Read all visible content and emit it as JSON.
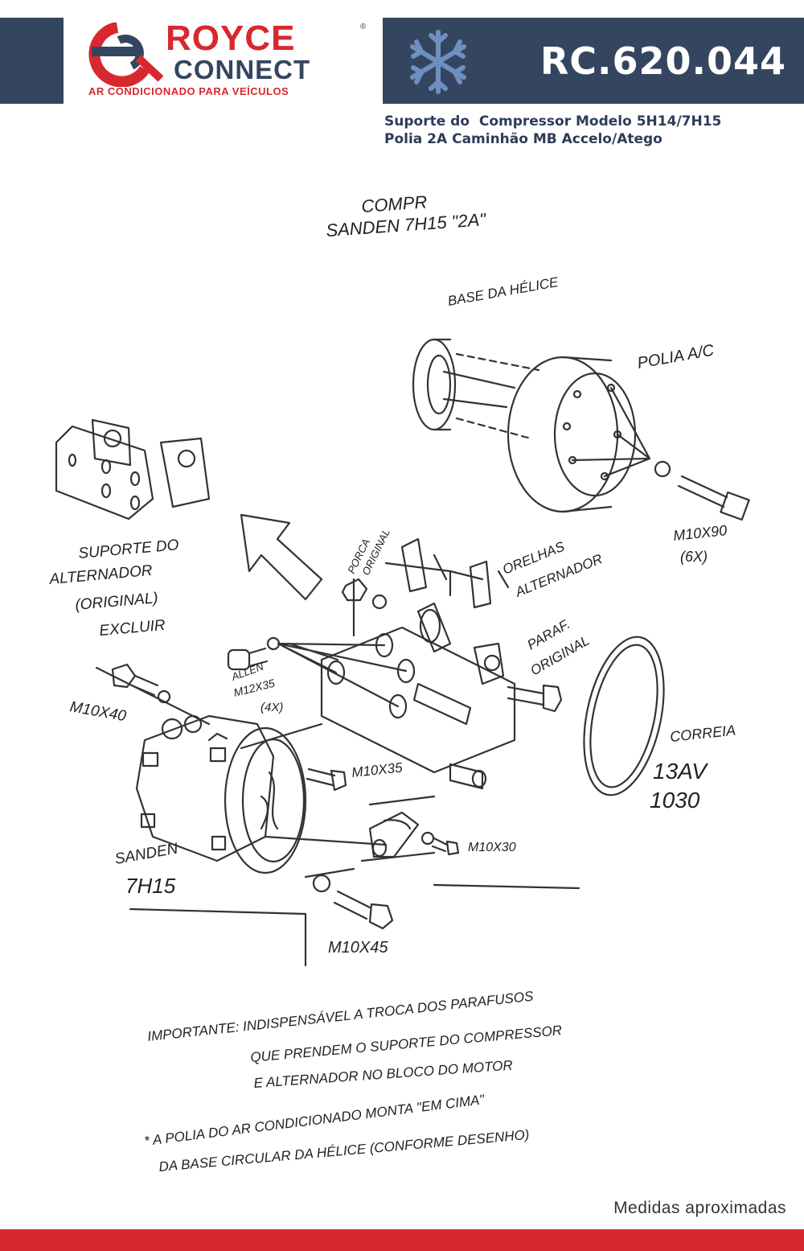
{
  "brand": {
    "name": "ROYCE",
    "name2": "CONNECT",
    "registered": "®",
    "tagline": "AR CONDICIONADO PARA VEÍCULOS"
  },
  "product": {
    "code": "RC.620.044",
    "line1": "Suporte do  Compressor Modelo 5H14/7H15",
    "line2": "Polia 2A Caminhão MB Accelo/Atego"
  },
  "labels": {
    "compr_1": "COMPR",
    "compr_2": "SANDEN 7H15 \"2A\"",
    "base_helice": "BASE DA HÉLICE",
    "polia_ac": "POLIA A/C",
    "m10x90": "M10X90",
    "m10x90_qty": "(6X)",
    "suporte_1": "SUPORTE DO",
    "suporte_2": "ALTERNADOR",
    "suporte_3": "(ORIGINAL)",
    "suporte_4": "EXCLUIR",
    "porca_1": "PORCA",
    "porca_2": "ORIGINAL",
    "orelhas_1": "ORELHAS",
    "orelhas_2": "ALTERNADOR",
    "paraf_1": "PARAF.",
    "paraf_2": "ORIGINAL",
    "allen_1": "ALLEN",
    "allen_2": "M12X35",
    "allen_3": "(4X)",
    "m10x40": "M10X40",
    "m10x35": "M10X35",
    "correia_1": "CORREIA",
    "correia_2": "13AV",
    "correia_3": "1030",
    "sanden_1": "SANDEN",
    "sanden_2": "7H15",
    "m10x30": "M10X30",
    "m10x45": "M10X45",
    "important_1": "IMPORTANTE: INDISPENSÁVEL A TROCA DOS PARAFUSOS",
    "important_2": "QUE PRENDEM O SUPORTE DO COMPRESSOR",
    "important_3": "E ALTERNADOR NO BLOCO DO MOTOR",
    "note_1": "* A POLIA DO AR CONDICIONADO MONTA \"EM CIMA\"",
    "note_2": "DA BASE CIRCULAR DA HÉLICE (CONFORME DESENHO)"
  },
  "footer": {
    "note": "Medidas aproximadas"
  },
  "colors": {
    "navy": "#34465f",
    "red": "#d8282f",
    "snowflake": "#6f8fc0"
  }
}
